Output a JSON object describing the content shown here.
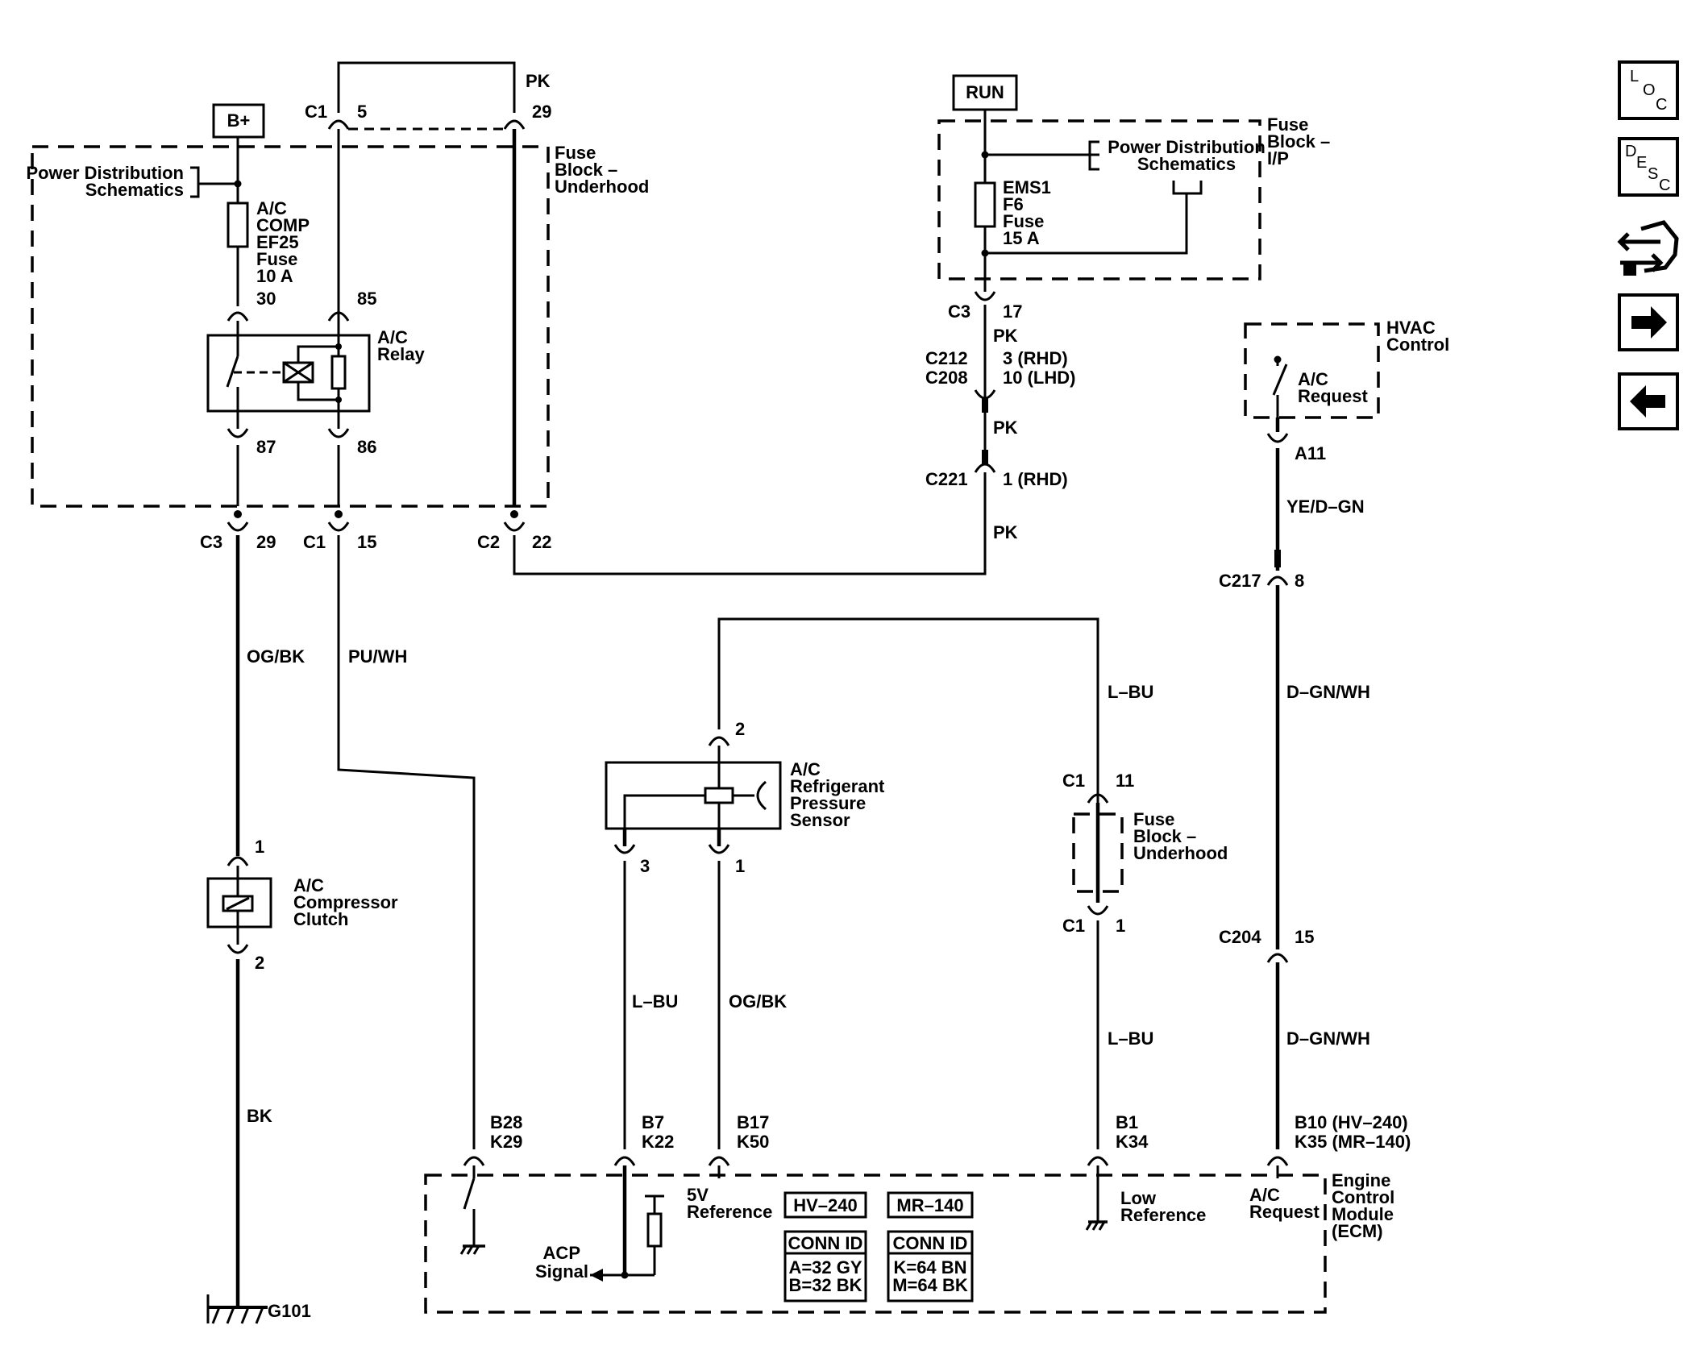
{
  "top_power": {
    "b_plus": "B+",
    "run": "RUN"
  },
  "fuse_block_underhood": {
    "label": [
      "Fuse",
      "Block –",
      "Underhood"
    ],
    "power_dist": [
      "Power Distribution",
      "Schematics"
    ],
    "fuse": [
      "A/C",
      "COMP",
      "EF25",
      "Fuse",
      "10 A"
    ],
    "relay": [
      "A/C",
      "Relay"
    ],
    "pins": {
      "c1": "C1",
      "p5": "5",
      "p29": "29",
      "p30": "30",
      "p85": "85",
      "p87": "87",
      "p86": "86"
    },
    "wire_pk": "PK"
  },
  "fuse_block_ip": {
    "label": [
      "Fuse",
      "Block –",
      "I/P"
    ],
    "power_dist": [
      "Power Distribution",
      "Schematics"
    ],
    "fuse": [
      "EMS1",
      "F6",
      "Fuse",
      "15 A"
    ]
  },
  "pk_circuit": {
    "c3": "C3",
    "p17": "17",
    "wire1": "PK",
    "c212": "C212",
    "c208": "C208",
    "rhd3": "3 (RHD)",
    "lhd10": "10 (LHD)",
    "wire2": "PK",
    "c221": "C221",
    "rhd1": "1 (RHD)",
    "wire3": "PK"
  },
  "harness_connectors": {
    "c3": "C3",
    "p29": "29",
    "c1": "C1",
    "p15": "15",
    "c2": "C2",
    "p22": "22"
  },
  "compressor": {
    "wire_top": "OG/BK",
    "pin1": "1",
    "label": [
      "A/C",
      "Compressor",
      "Clutch"
    ],
    "pin2": "2",
    "wire_bot": "BK",
    "ground": "G101"
  },
  "relay_ckt": {
    "wire": "PU/WH"
  },
  "hvac": {
    "label": [
      "HVAC",
      "Control"
    ],
    "switch": [
      "A/C",
      "Request"
    ],
    "a11": "A11",
    "wire1": "YE/D–GN",
    "c217": "C217",
    "p8": "8",
    "wire2": "D–GN/WH",
    "c204": "C204",
    "p15": "15",
    "wire3": "D–GN/WH"
  },
  "sensor": {
    "label": [
      "A/C",
      "Refrigerant",
      "Pressure",
      "Sensor"
    ],
    "pin2": "2",
    "pin3": "3",
    "pin1": "1",
    "wire_l": "L–BU",
    "wire_r": "OG/BK"
  },
  "low_ref": {
    "wire1": "L–BU",
    "c1a": "C1",
    "p11": "11",
    "fuse_block": [
      "Fuse",
      "Block –",
      "Underhood"
    ],
    "c1b": "C1",
    "p1": "1",
    "wire2": "L–BU"
  },
  "ecm": {
    "label": [
      "Engine",
      "Control",
      "Module",
      "(ECM)"
    ],
    "pins": {
      "b28": "B28",
      "k29": "K29",
      "b7": "B7",
      "k22": "K22",
      "b17": "B17",
      "k50": "K50",
      "b1": "B1",
      "k34": "K34",
      "b10": "B10 (HV–240)",
      "k35": "K35 (MR–140)"
    },
    "v5ref": [
      "5V",
      "Reference"
    ],
    "acp": [
      "ACP",
      "Signal"
    ],
    "low_ref": [
      "Low",
      "Reference"
    ],
    "ac_req": [
      "A/C",
      "Request"
    ],
    "hv": "HV–240",
    "mr": "MR–140",
    "conn_id": "CONN ID",
    "hv_ids": [
      "A=32 GY",
      "B=32 BK"
    ],
    "mr_ids": [
      "K=64 BN",
      "M=64 BK"
    ]
  },
  "nav": {
    "loc": [
      "L",
      "O",
      "C"
    ],
    "desc": [
      "D",
      "E",
      "S",
      "C"
    ],
    "icons": [
      "connector-icon",
      "next-arrow-icon",
      "previous-arrow-icon"
    ]
  }
}
